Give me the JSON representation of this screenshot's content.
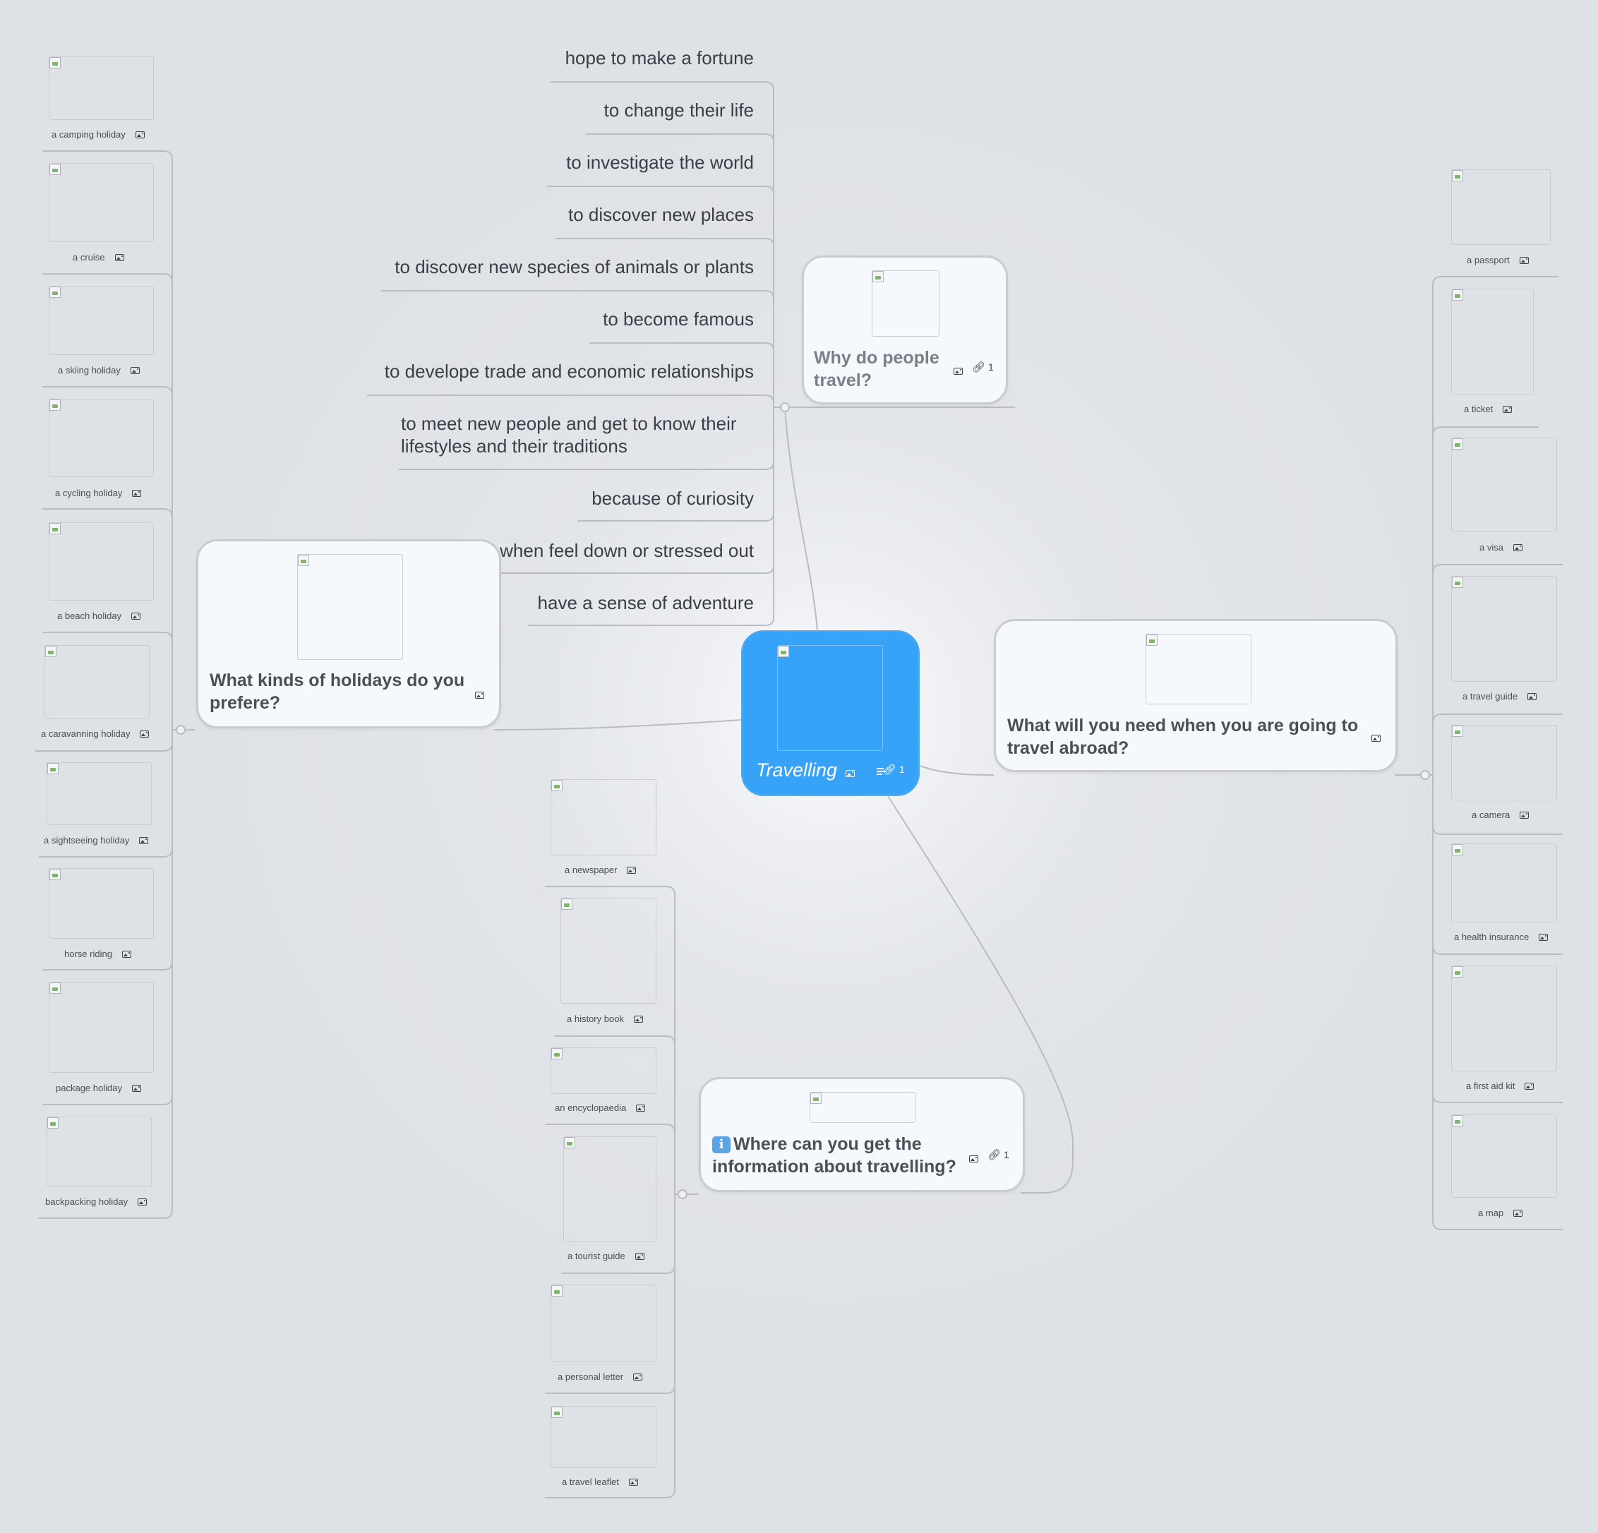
{
  "central": {
    "title": "Travelling",
    "link_count": "1"
  },
  "why": {
    "title": "Why do people travel?",
    "link_count": "1",
    "reasons": [
      "hope to make a fortune",
      "to change their life",
      "to investigate the world",
      "to discover new places",
      "to discover new species of animals or plants",
      "to become famous",
      "to develope trade and economic relationships",
      "to meet new people and get to know their lifestyles and their traditions",
      "because of curiosity",
      "when feel down or stressed out",
      "have a sense of adventure"
    ]
  },
  "holidays": {
    "title": "What kinds of holidays do you prefere?",
    "items": [
      "a camping holiday",
      "a cruise",
      "a skiing holiday",
      "a cycling holiday",
      "a beach holiday",
      "a caravanning holiday",
      "a sightseeing holiday",
      "horse riding",
      "package holiday",
      "backpacking holiday"
    ]
  },
  "abroad": {
    "title": "What will you need when you are going to travel abroad?",
    "items": [
      "a passport",
      "a ticket",
      "a visa",
      "a travel guide",
      "a camera",
      "a health insurance",
      "a first aid kit",
      "a map"
    ]
  },
  "info": {
    "title": "Where can you get the information about travelling?",
    "badge": "i",
    "link_count": "1",
    "items": [
      "a newspaper",
      "a history book",
      "an encyclopaedia",
      "a tourist guide",
      "a personal letter",
      "a travel leaflet"
    ]
  }
}
